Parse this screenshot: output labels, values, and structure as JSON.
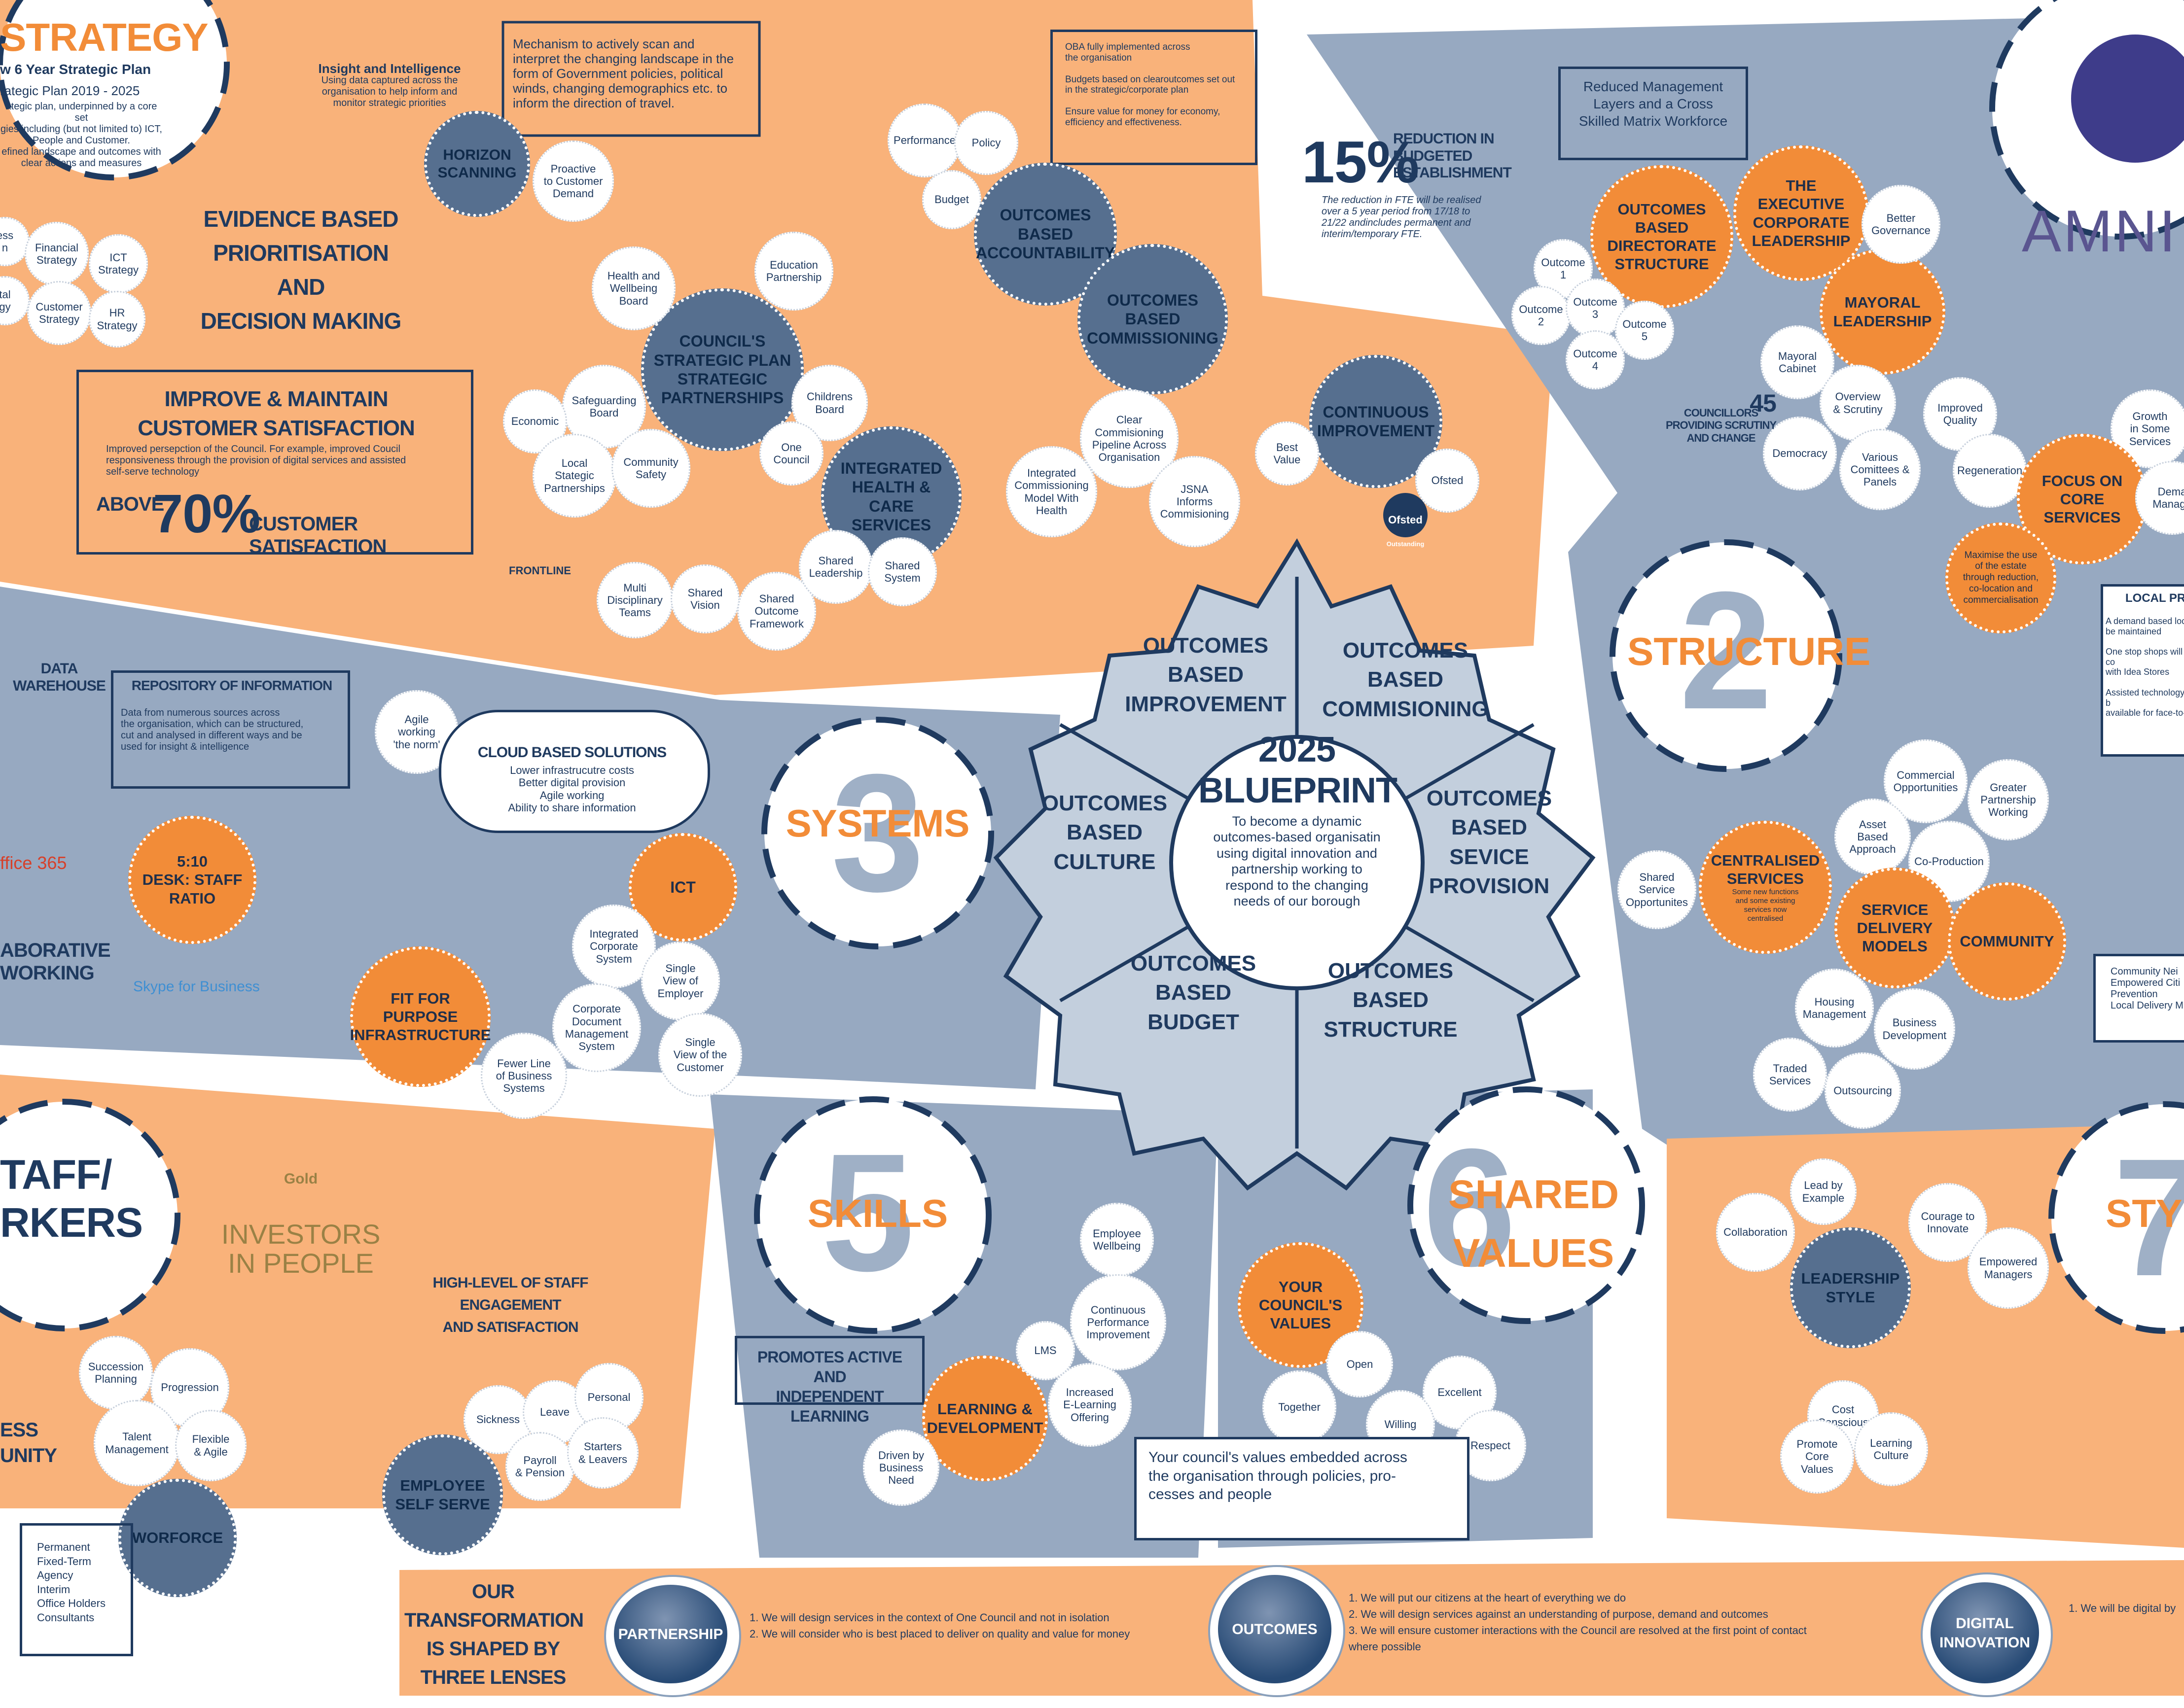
{
  "colors": {
    "orange": "#f9b27a",
    "orange_strong": "#f28c38",
    "navy": "#1f3a5f",
    "slate": "#97a9c1",
    "slate_dark": "#566f8f"
  },
  "top_left": {
    "strategy_title": "STRATEGY",
    "strategy_sub1": "w 6 Year Strategic Plan",
    "strategy_sub2": "rategic Plan 2019 - 2025",
    "strategy_desc": "ategic plan, underpinned by a core set\ngies including (but not limited to) ICT,\nPeople and Customer.\nefined landscape and outcomes with\nclear actions and measures",
    "bubbles": [
      "ess\nn",
      "Financial\nStrategy",
      "ICT\nStrategy",
      "tal\ngy",
      "Customer\nStrategy",
      "HR\nStrategy"
    ],
    "insight_title": "Insight and Intelligence",
    "insight_text": "Using data captured across the\norganisation to help inform and\nmonitor strategic priorities",
    "mechanism_text": "Mechanism to actively scan and\ninterpret the changing landscape in the\nform of Government policies, political\nwinds, changing demographics etc. to\ninform the direction of travel.",
    "horizon": "HORIZON\nSCANNING",
    "proactive": "Proactive\nto Customer\nDemand",
    "evidence": "EVIDENCE BASED\nPRIORITISATION AND\nDECISION MAKING",
    "improve_title": "IMPROVE & MAINTAIN\nCUSTOMER SATISFACTION",
    "improve_text": "Improved persepction of the Council. For example, improved Coucil\nresponsiveness through the provision of digital services and assisted\nself-serve technology",
    "above": "ABOVE",
    "seventy": "70%",
    "cust_sat": "CUSTOMER SATISFACTION",
    "frontline": "FRONTLINE"
  },
  "top_middle": {
    "oba_text": "OBA fully implemented across\nthe organisation\n\nBudgets based on clearoutcomes set out\nin the strategic/corporate plan\n\nEnsure value for money for economy,\nefficiency and effectiveness.",
    "performance": "Performance",
    "policy": "Policy",
    "budget": "Budget",
    "accountability": "OUTCOMES\nBASED\nACCOUNTABILITY",
    "commissioning": "OUTCOMES\nBASED\nCOMMISSIONING",
    "councils_plan": "COUNCIL'S\nSTRATEGIC PLAN\nSTRATEGIC\nPARTNERSHIPS",
    "integrated": "INTEGRATED\nHEALTH & CARE\nSERVICES",
    "continuous": "CONTINUOUS\nIMPROVEMENT",
    "bubbles": [
      "Health and\nWellbeing\nBoard",
      "Education\nPartnership",
      "Safeguarding\nBoard",
      "Economic",
      "Childrens\nBoard",
      "Local\nStategic\nPartnerships",
      "Community\nSafety",
      "One\nCouncil",
      "Clear\nCommisioning\nPipeline Across\nOrganisation",
      "Integrated\nCommissioning\nModel With\nHealth",
      "JSNA\nInforms\nCommisioning",
      "Best\nValue",
      "Ofsted",
      "Multi\nDisciplinary\nTeams",
      "Shared\nVision",
      "Shared\nOutcome\nFramework",
      "Shared\nLeadership",
      "Shared\nSystem"
    ],
    "ofsted_badge_1": "Ofsted",
    "ofsted_badge_2": "Outstanding"
  },
  "top_right": {
    "fifteen": "15%",
    "reduction": "REDUCTION IN\nBUDGETED\nESTABLISHMENT",
    "fte_text": "The reduction in FTE will be realised\nover a 5 year period from 17/18 to\n21/22 andincludes permanent and\ninterim/temporary FTE.",
    "reduced_mgmt": "Reduced Management\nLayers and a Cross\nSkilled Matrix Workforce",
    "directorate": "OUTCOMES\nBASED\nDIRECTORATE\nSTRUCTURE",
    "executive": "THE\nEXECUTIVE\nCORPORATE\nLEADERSHIP",
    "mayoral": "MAYORAL\nLEADERSHIP",
    "better_gov": "Better\nGovernance",
    "outcomes": [
      "Outcome\n1",
      "Outcome\n2",
      "Outcome\n3",
      "Outcome\n4",
      "Outcome\n5"
    ],
    "mayoral_cabinet": "Mayoral\nCabinet",
    "overview": "Overview\n& Scrutiny",
    "democracy": "Democracy",
    "various": "Various\nComittees &\nPanels",
    "councillors": "COUNCILLORS\nPROVIDING SCRUTINY\nAND CHANGE",
    "forty_five": "45",
    "logo_text": "AMNI"
  },
  "right": {
    "improved_quality": "Improved\nQuality",
    "growth": "Growth\nin Some\nServices",
    "regeneration": "Regeneration",
    "focus_core": "FOCUS ON\nCORE\nSERVICES",
    "demand_mgmt": "Dema\nManage",
    "maximise": "Maximise the use\nof the estate\nthrough reduction,\nco-location and\ncommercialisation",
    "local_pres_title": "LOCAL PRES",
    "local_pres_text": "A demand based local pr\nbe maintained\n\nOne stop shops will be co\nwith Idea Stores\n\nAssisted technology will b\navailable for face-to-face",
    "structure": "STRUCTURE",
    "structure_num": "2",
    "commercial": "Commercial\nOpportunities",
    "greater": "Greater\nPartnership\nWorking",
    "asset": "Asset\nBased\nApproach",
    "coproduction": "Co-Production",
    "shared_service": "Shared\nService\nOpportunites",
    "centralised": "CENTRALISED\nSERVICES",
    "centralised_note": "Some new functions\nand some existing\nservices now\ncentralised",
    "sdm": "SERVICE\nDELIVERY\nMODELS",
    "community": "COMMUNITY",
    "housing": "Housing\nManagement",
    "business_dev": "Business\nDevelopment",
    "traded": "Traded\nServices",
    "outsourcing": "Outsourcing",
    "community_box": "Community Nei\nEmpowered Citi\nPrevention\nLocal Delivery M"
  },
  "middle_left": {
    "data_warehouse": "DATA\nWAREHOUSE",
    "repo_title": "REPOSITORY OF INFORMATION",
    "repo_text": "Data from numerous sources across\nthe organisation, which can be structured,\ncut and analysed in different ways and be\nused for insight & intelligence",
    "agile": "Agile\nworking\n'the norm'",
    "cloud_title": "CLOUD BASED SOLUTIONS",
    "cloud_text": "Lower infrastrucutre costs\nBetter digital provision\nAgile working\nAbility to share information",
    "office365": "ffice 365",
    "desk_ratio": "5:10\nDESK: STAFF\nRATIO",
    "collab": "ABORATIVE WORKING",
    "skype": "Skype for Business",
    "systems": "SYSTEMS",
    "systems_num": "3",
    "ict": "ICT",
    "integrated_corp": "Integrated\nCorporate\nSystem",
    "single_employer": "Single\nView of\nEmployer",
    "corp_doc": "Corporate\nDocument\nManagement\nSystem",
    "single_customer": "Single\nView of the\nCustomer",
    "fit_for_purpose": "FIT FOR\nPURPOSE\nINFRASTRUCTURE",
    "fewer_lines": "Fewer Line\nof Business\nSystems"
  },
  "center_gear": {
    "title": "2025\nBLUEPRINT",
    "desc": "To become a dynamic\noutcomes-based organisatin\nusing digital innovation and\npartnership working to\nrespond to the changing\nneeds of our borough",
    "seg_improvement": "OUTCOMES\nBASED\nIMPROVEMENT",
    "seg_commissioning": "OUTCOMES\nBASED\nCOMMISIONING",
    "seg_service": "OUTCOMES\nBASED\nSEVICE\nPROVISION",
    "seg_structure": "OUTCOMES\nBASED\nSTRUCTURE",
    "seg_budget": "OUTCOMES\nBASED\nBUDGET",
    "seg_culture": "OUTCOMES\nBASED\nCULTURE"
  },
  "bottom_left": {
    "staff_title": "TAFF/\nRKERS",
    "gold": "Gold",
    "iip": "INVESTORS\nIN PEOPLE",
    "high_level": "HIGH-LEVEL OF STAFF\nENGAGEMENT\nAND SATISFACTION",
    "succession": "Succession\nPlanning",
    "progression": "Progression",
    "talent": "Talent\nManagement",
    "flexible": "Flexible\n& Agile",
    "ess": "ESS\nUNITY",
    "worforce": "WORFORCE",
    "worforce_list": "Permanent\nFixed-Term\nAgency\nInterim\nOffice Holders\nConsultants",
    "sickness": "Sickness",
    "leave": "Leave",
    "personal": "Personal",
    "payroll": "Payroll\n& Pension",
    "starters": "Starters\n& Leavers",
    "ess_circle": "EMPLOYEE\nSELF SERVE"
  },
  "skills": {
    "title": "SKILLS",
    "num": "5",
    "promotes": "PROMOTES ACTIVE AND\nINDEPENDENT LEARNING",
    "learning": "LEARNING &\nDEVELOPMENT",
    "wellbeing": "Employee\nWellbeing",
    "continuous_perf": "Continuous\nPerformance\nImprovement",
    "lms": "LMS",
    "eleaning": "Increased\nE-Learning\nOffering",
    "driven": "Driven by\nBusiness\nNeed"
  },
  "shared_values": {
    "title": "SHARED\nVALUES",
    "num": "6",
    "your_values": "YOUR\nCOUNCIL'S\nVALUES",
    "open": "Open",
    "together": "Together",
    "excellent": "Excellent",
    "willing": "Willing",
    "respect": "Respect",
    "box_text": "Your council's values embedded across\nthe organisation through policies, pro-\ncesses and people"
  },
  "style": {
    "title": "STYL",
    "num": "7",
    "lead_example": "Lead by\nExample",
    "collaboration": "Collaboration",
    "courage": "Courage to\nInnovate",
    "empowered": "Empowered\nManagers",
    "leadership_style": "LEADERSHIP\nSTYLE",
    "cost_conscious": "Cost\nConscious",
    "promote_core": "Promote\nCore\nValues",
    "learning_culture": "Learning\nCulture"
  },
  "footer": {
    "shaped": "OUR TRANSFORMATION\nIS SHAPED BY\nTHREE LENSES",
    "partnership": "PARTNERSHIP",
    "partnership_text": "1. We will design services in the context of One Council and not in isolation\n2. We will consider who is best placed  to deliver on quality and value for money",
    "outcomes": "OUTCOMES",
    "outcomes_text": "1. We will put our citizens at the heart of everything we do\n2. We will design services against an understanding of purpose, demand and outcomes\n3. We will ensure customer interactions with the Council are resolved at the first point of contact\n    where possible",
    "digital": "DIGITAL\nINNOVATION",
    "digital_text": "1. We will be digital by"
  }
}
